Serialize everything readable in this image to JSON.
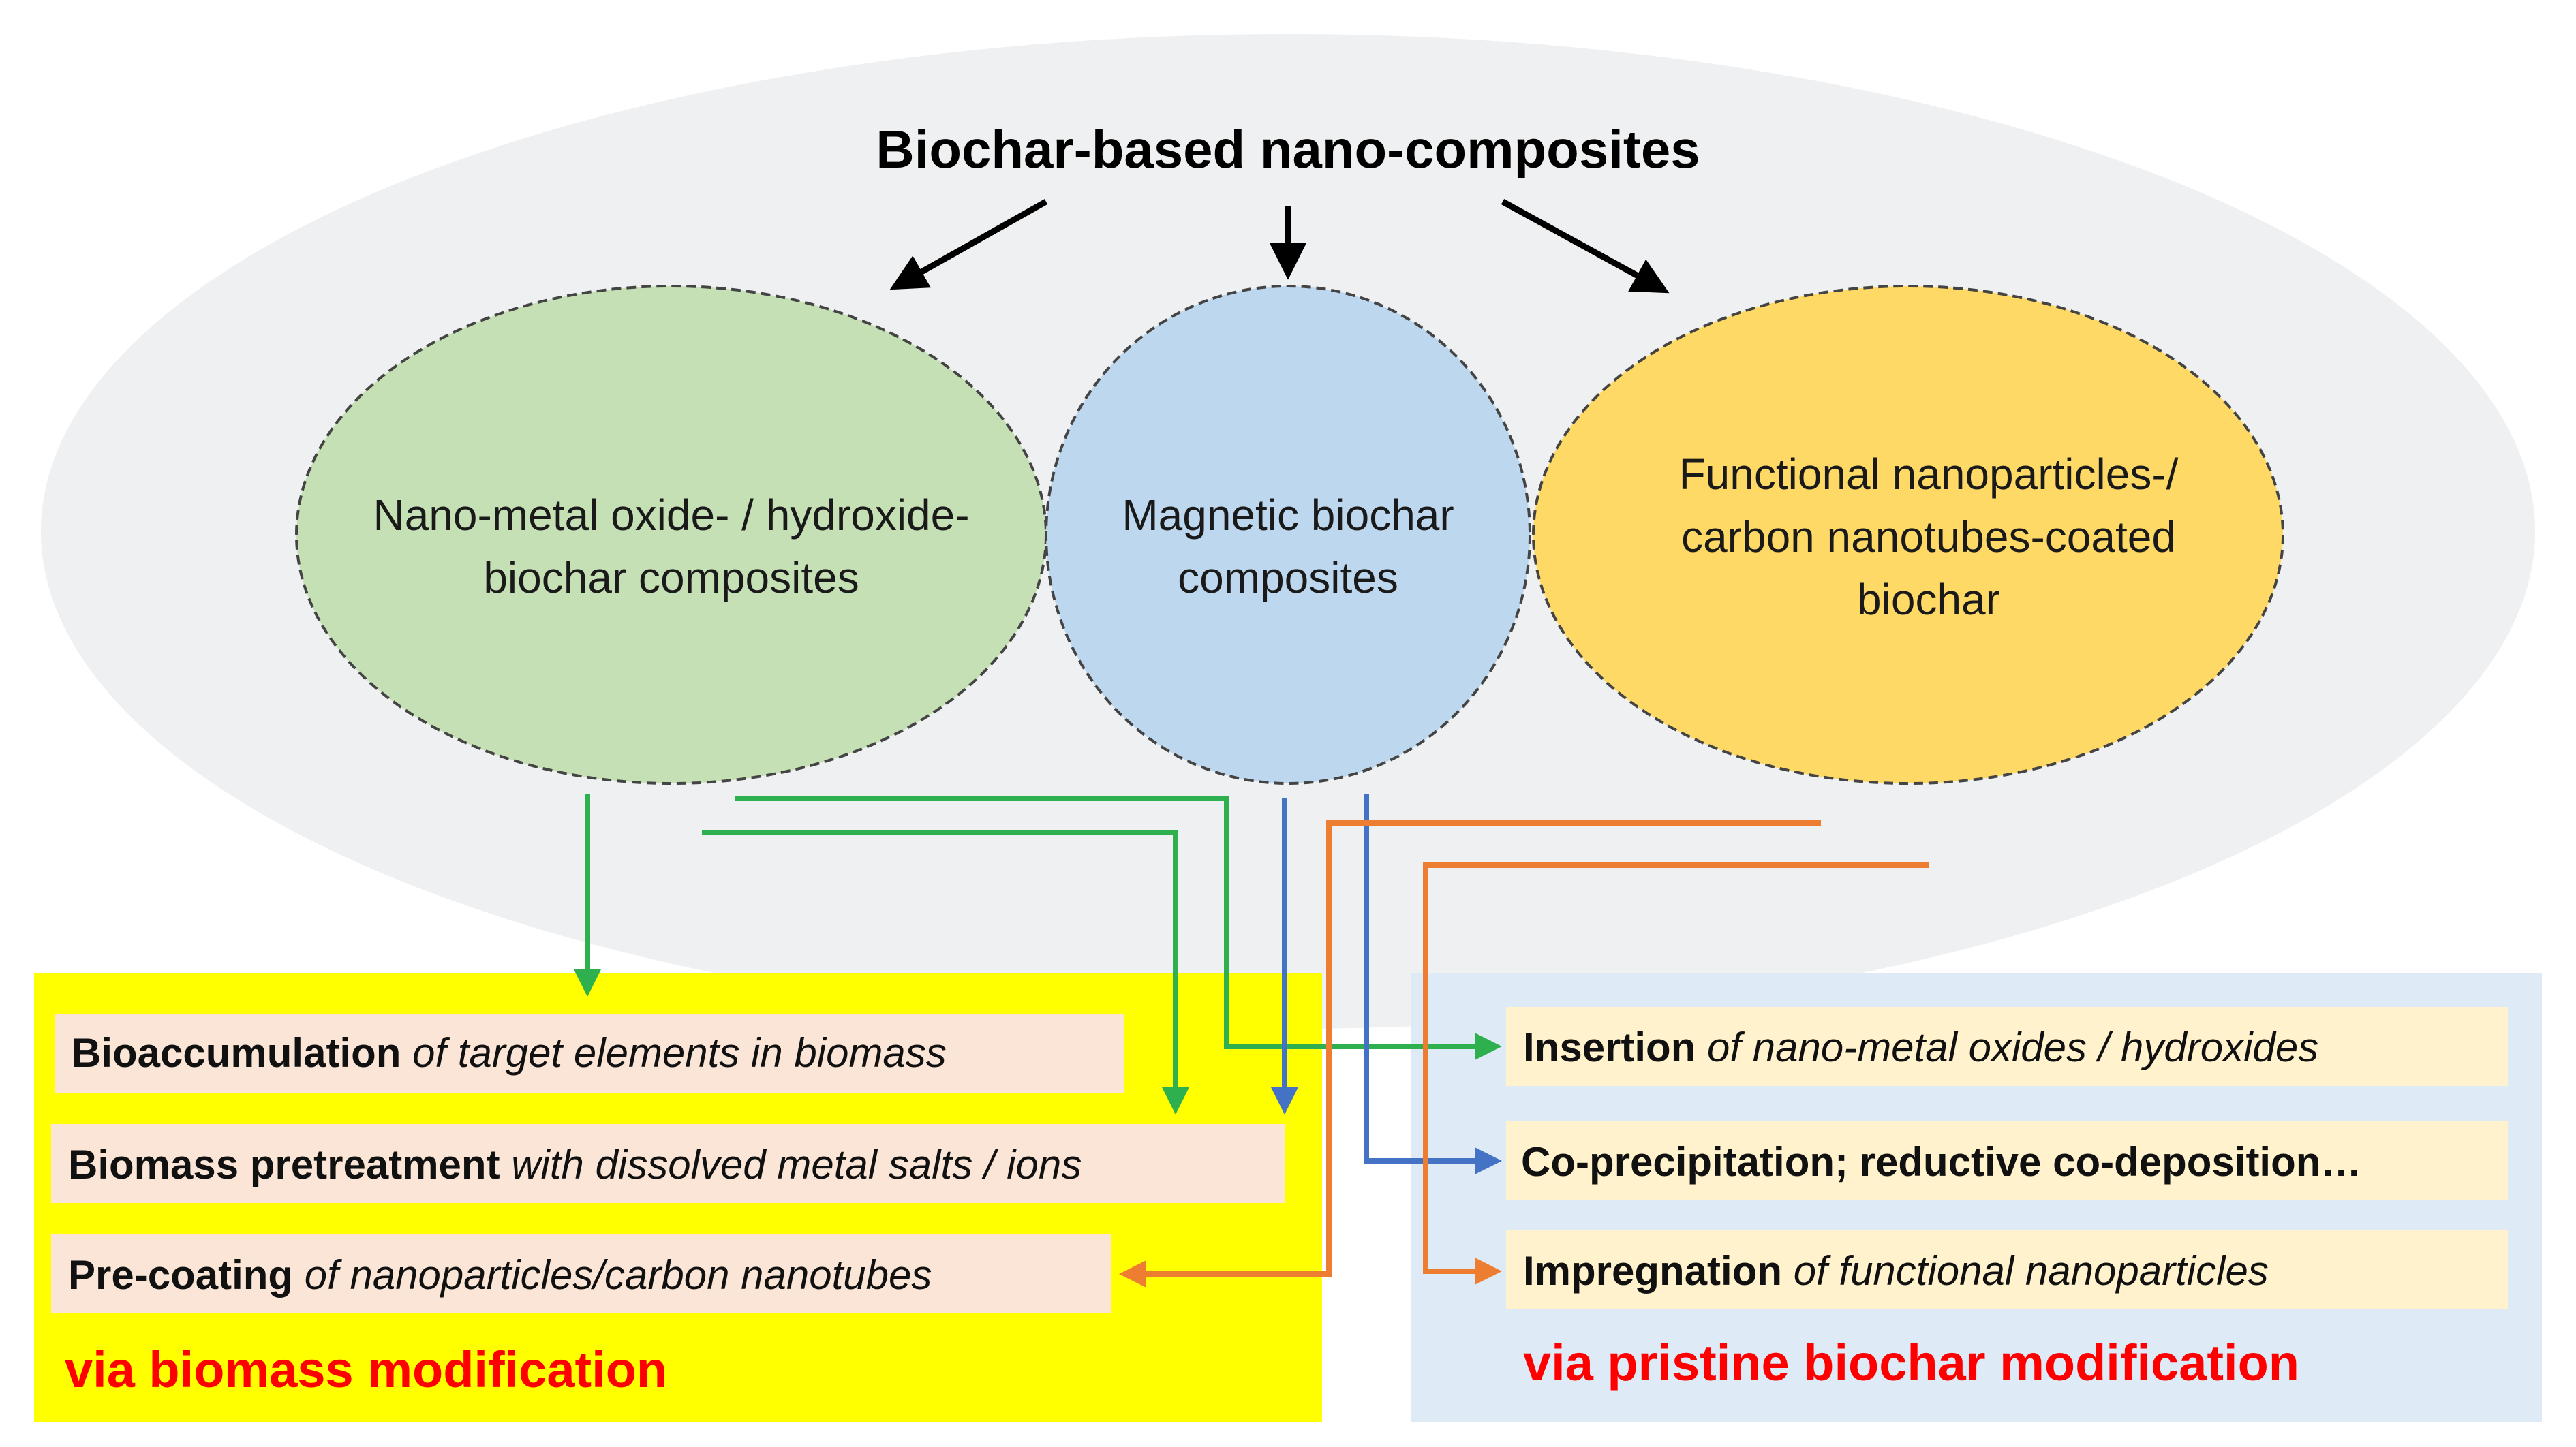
{
  "title": "Biochar-based nano-composites",
  "categories": [
    {
      "id": "metal-oxide",
      "lines": [
        "Nano-metal oxide- / hydroxide-",
        "biochar composites"
      ],
      "color": "#c5e0b4"
    },
    {
      "id": "magnetic",
      "lines": [
        "Magnetic biochar",
        "composites"
      ],
      "color": "#bdd7ee"
    },
    {
      "id": "functional",
      "lines": [
        "Functional nanoparticles-/",
        "carbon nanotubes-coated",
        "biochar"
      ],
      "color": "#ffd966"
    }
  ],
  "biomass_panel": {
    "label": "via biomass modification",
    "color": "#ffff00",
    "methods": [
      {
        "id": "bioaccumulation",
        "bold": "Bioaccumulation",
        "italic": "of target elements in biomass"
      },
      {
        "id": "biomass-pretreatment",
        "bold": "Biomass pretreatment",
        "italic": "with dissolved metal salts / ions"
      },
      {
        "id": "pre-coating",
        "bold": "Pre-coating",
        "italic": "of nanoparticles/carbon nanotubes"
      }
    ]
  },
  "pristine_panel": {
    "label": "via pristine biochar modification",
    "color": "#deebf7",
    "methods": [
      {
        "id": "insertion",
        "bold": "Insertion",
        "italic": "of nano-metal oxides / hydroxides"
      },
      {
        "id": "co-precipitation",
        "bold": "Co-precipitation; reductive co-deposition…",
        "italic": ""
      },
      {
        "id": "impregnation",
        "bold": "Impregnation",
        "italic": "of functional nanoparticles"
      }
    ]
  },
  "colors": {
    "background_ellipse": "#eff0f2",
    "label_red": "#ff0000",
    "box_fill_left": "#fbe5d6",
    "box_fill_right": "#fff2cc",
    "arrow_green": "#2eb04f",
    "arrow_blue": "#4472c4",
    "arrow_orange": "#ed7d31",
    "arrow_black": "#000000"
  }
}
